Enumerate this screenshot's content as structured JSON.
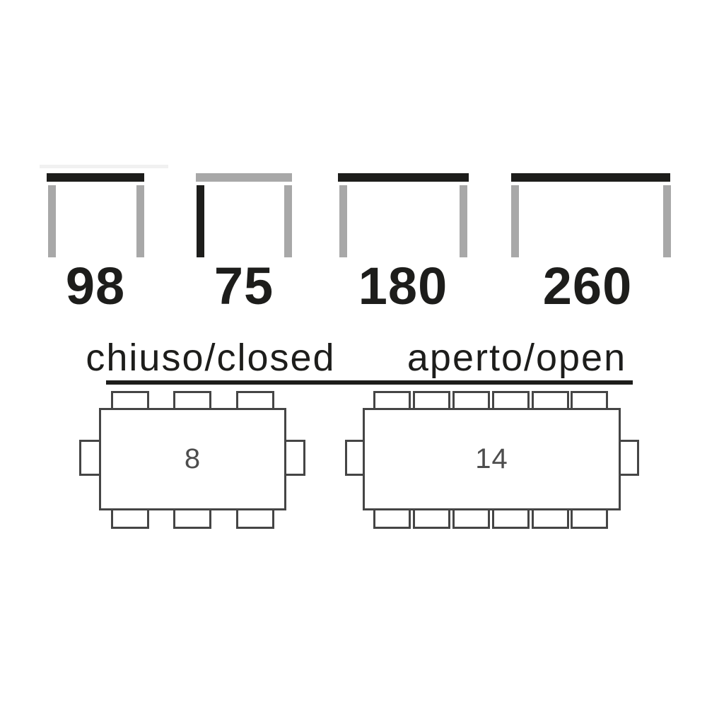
{
  "side_views": [
    {
      "name": "tabletop-depth",
      "value": "98",
      "highlight": "tabletop"
    },
    {
      "name": "table-height",
      "value": "75",
      "highlight": "left-leg"
    },
    {
      "name": "length-closed",
      "value": "180",
      "highlight": "tabletop"
    },
    {
      "name": "length-open",
      "value": "260",
      "highlight": "tabletop"
    }
  ],
  "sections": {
    "closed": "chiuso/closed",
    "open": "aperto/open"
  },
  "top_views": {
    "closed": {
      "seats": "8"
    },
    "open": {
      "seats": "14"
    }
  },
  "colors": {
    "highlight_black": "#1d1d1b",
    "structure_gray": "#a8a8a8",
    "plan_outline_gray": "#454545",
    "seat_number_gray": "#4d4d4d",
    "background": "#ffffff"
  }
}
